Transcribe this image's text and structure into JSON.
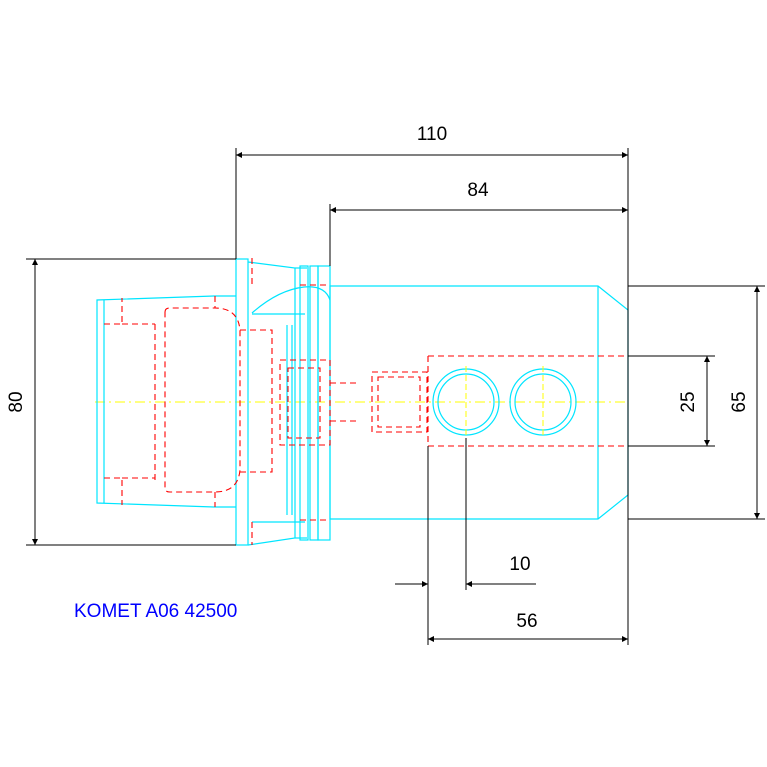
{
  "title": "KOMET A06 42500",
  "dimensions": {
    "overall_length": "110",
    "body_length": "84",
    "flange_diameter": "80",
    "body_height": "65",
    "bore_spacing": "25",
    "bore_offset": "10",
    "bore_distance": "56"
  },
  "colors": {
    "outline": "#00e5ff",
    "hidden": "#ff0000",
    "centerline": "#ffff00",
    "dimension": "#000000",
    "title": "#0000ff",
    "background": "#ffffff"
  }
}
